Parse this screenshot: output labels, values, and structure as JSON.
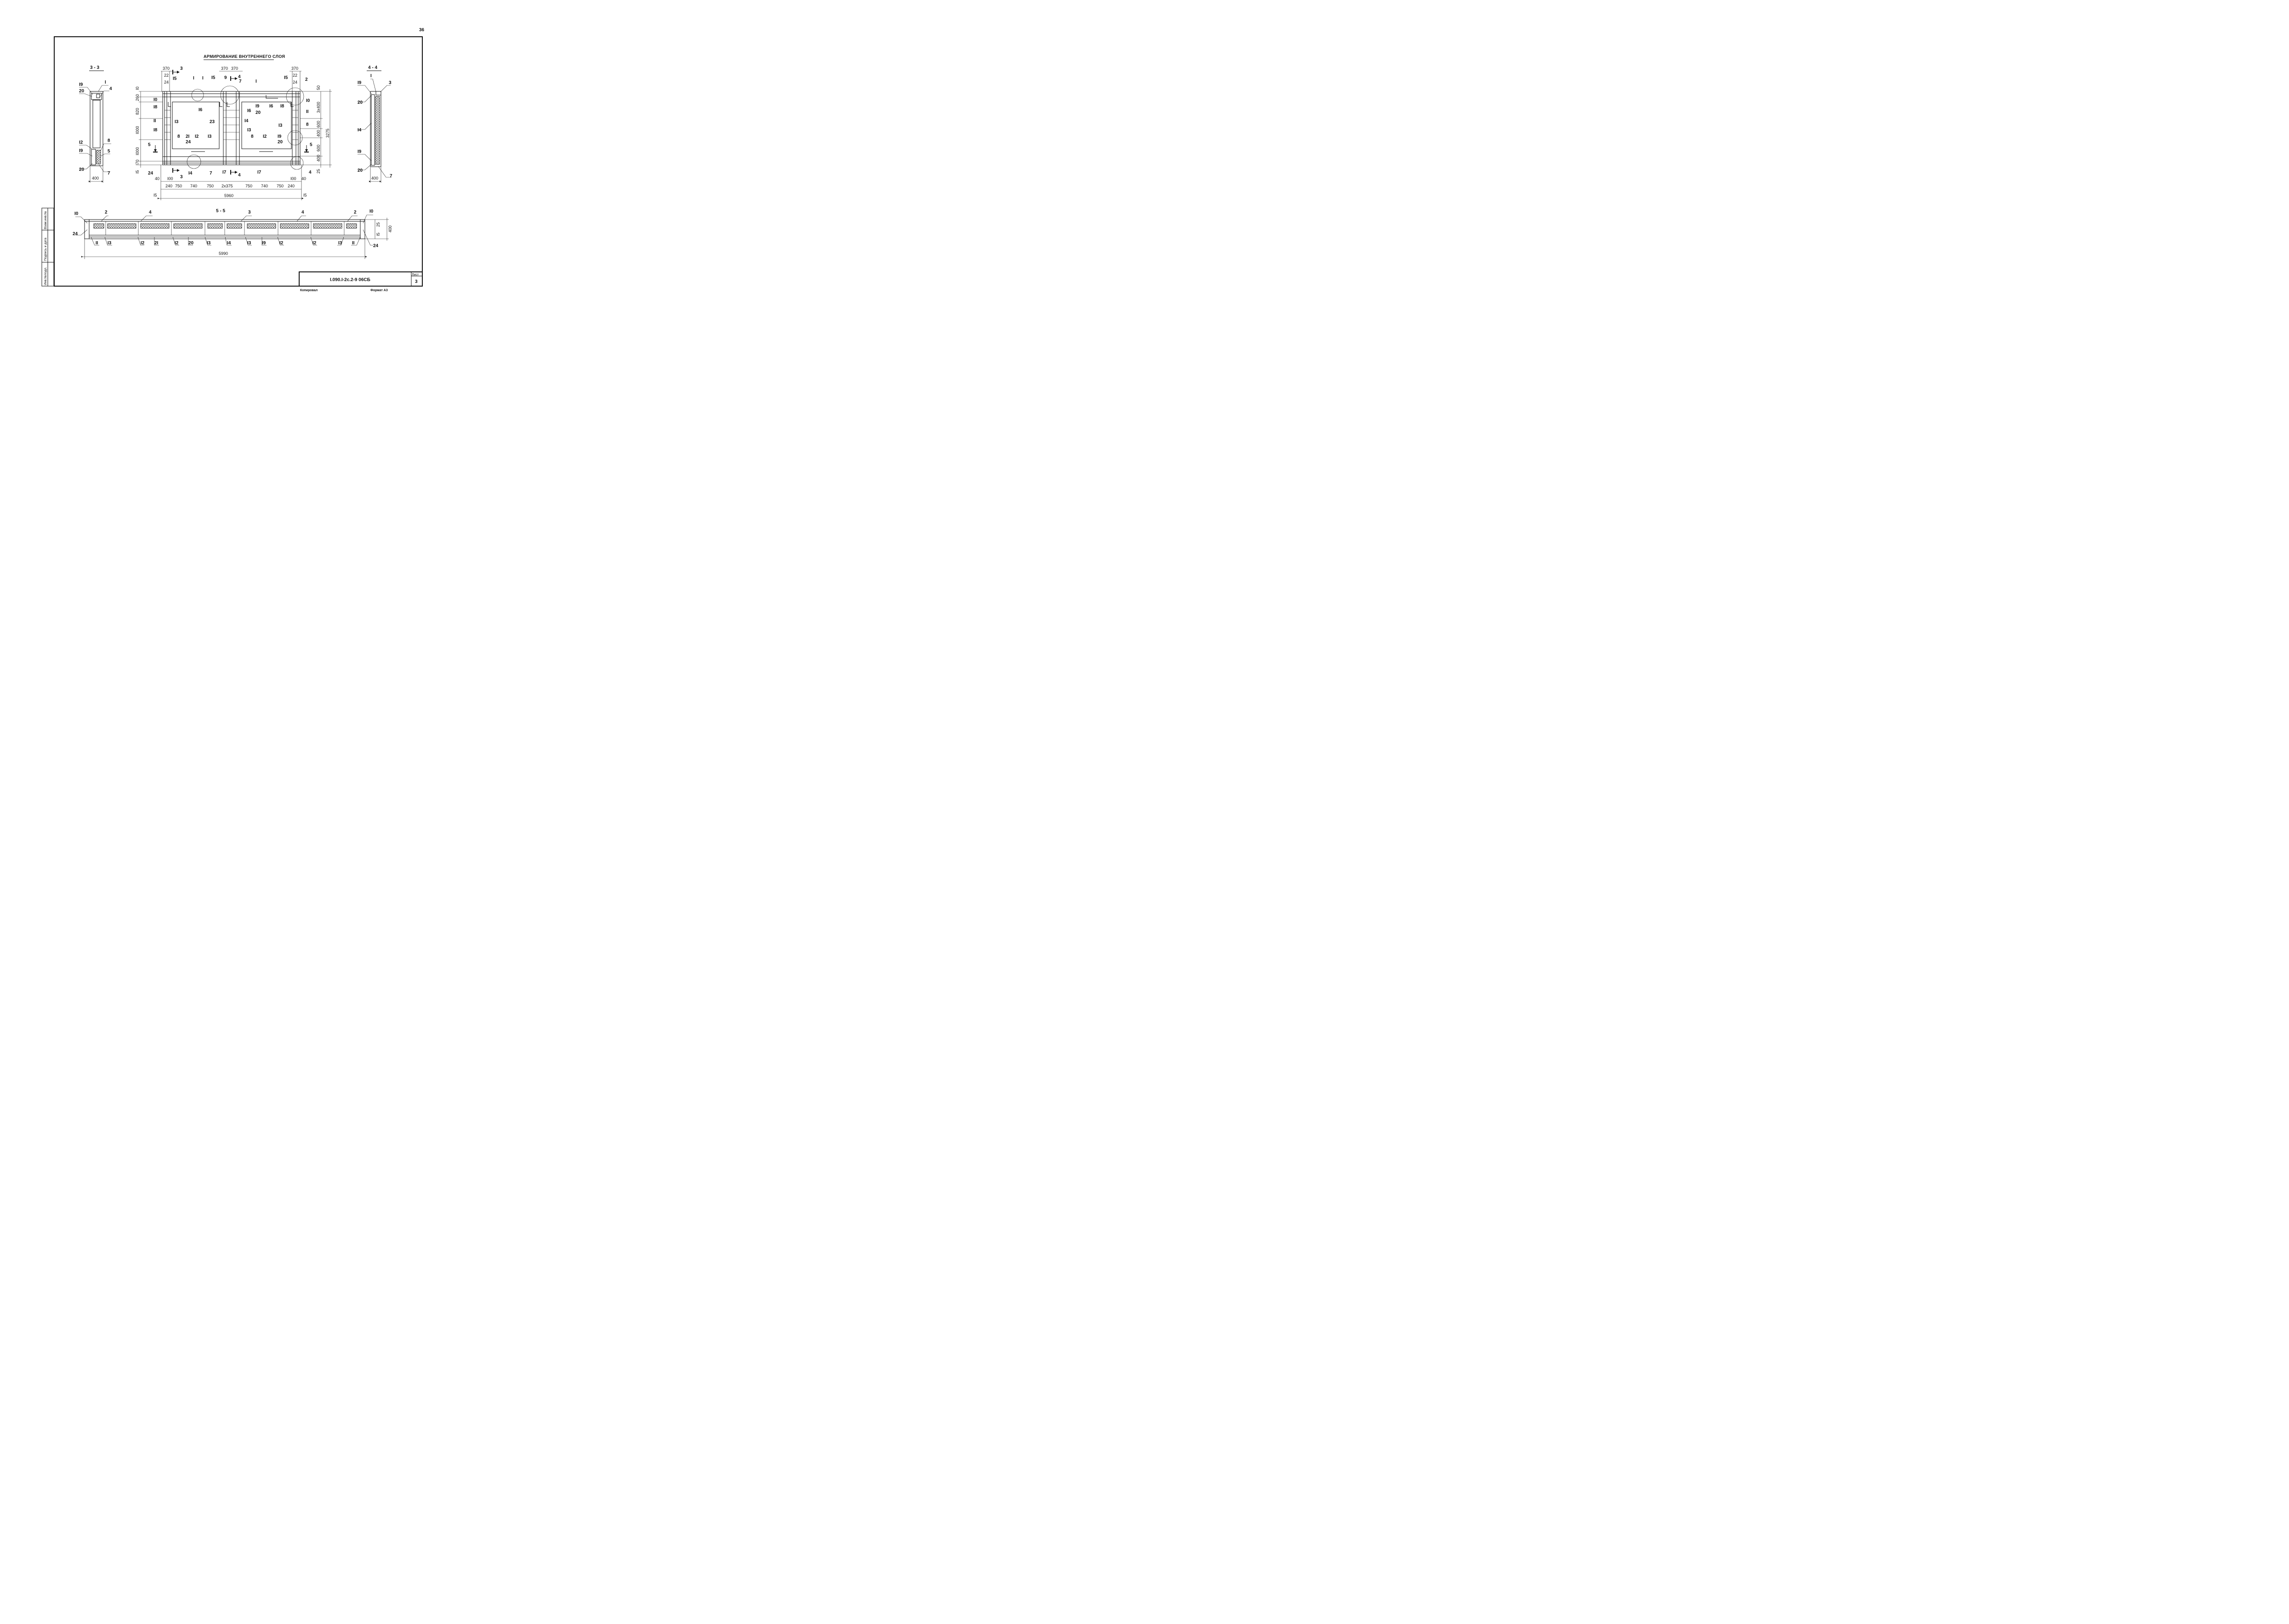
{
  "page_number": "36",
  "title": "АРМИРОВАНИЕ ВНУТРЕННЕГО СЛОЯ",
  "sections": {
    "s33": "3 - 3",
    "s44": "4 - 4",
    "s55": "5 - 5"
  },
  "section_marks": {
    "m3": "3",
    "m4": "4",
    "m5": "5"
  },
  "plan": {
    "top_dims": [
      "370",
      "370",
      "370",
      "370"
    ],
    "top_labels": [
      "22",
      "24",
      "22",
      "24"
    ],
    "left_dims": [
      "I0",
      "260",
      "820",
      "I000",
      "I000",
      "I70",
      "I5"
    ],
    "right_dims": [
      "50",
      "3x400",
      "600",
      "400",
      "600",
      "400",
      "25"
    ],
    "right_total": "3275",
    "bottom_dims_1": [
      "40",
      "I00",
      "I00",
      "40"
    ],
    "bottom_dims_2": [
      "240",
      "750",
      "740",
      "750",
      "2x375",
      "750",
      "740",
      "750",
      "240"
    ],
    "overall": "5960",
    "edge_marks": [
      "I5",
      "I5"
    ],
    "callouts": [
      "I5",
      "I",
      "I",
      "I5",
      "9",
      "7",
      "I",
      "I5",
      "2",
      "I0",
      "I8",
      "II",
      "I3",
      "I6",
      "I6",
      "I9",
      "20",
      "I6",
      "I8",
      "I0",
      "II",
      "23",
      "I4",
      "I3",
      "I3",
      "8",
      "I8",
      "8",
      "2I",
      "24",
      "I2",
      "I3",
      "8",
      "I2",
      "I9",
      "20",
      "24",
      "I4",
      "7",
      "I7",
      "I7",
      "4",
      "8"
    ]
  },
  "sec33": {
    "labels": [
      "I",
      "I9",
      "20",
      "4",
      "I2",
      "8",
      "I9",
      "5",
      "20",
      "7"
    ],
    "width": "400"
  },
  "sec44": {
    "labels": [
      "I",
      "I9",
      "3",
      "20",
      "I4",
      "I9",
      "20",
      "7"
    ],
    "width": "400"
  },
  "sec55": {
    "top_labels": [
      "I0",
      "2",
      "4",
      "3",
      "4",
      "2",
      "I0"
    ],
    "bottom_labels": [
      "24",
      "II",
      "I3",
      "I2",
      "2I",
      "I2",
      "20",
      "I3",
      "I4",
      "I3",
      "I9",
      "I2",
      "I2",
      "I3",
      "II",
      "24"
    ],
    "right_dims": [
      "25",
      "I5"
    ],
    "right_total": "400",
    "overall": "5990"
  },
  "stamp": {
    "doc_code": "I.090.I-2c.2-9 06CБ",
    "sheet_label": "Лист",
    "sheet_number": "3"
  },
  "side_strip": [
    "Взам.инв.№",
    "Подпись и дата",
    "Инв.№подл."
  ],
  "footer": {
    "copied": "Копировал",
    "format": "Формат А3"
  }
}
